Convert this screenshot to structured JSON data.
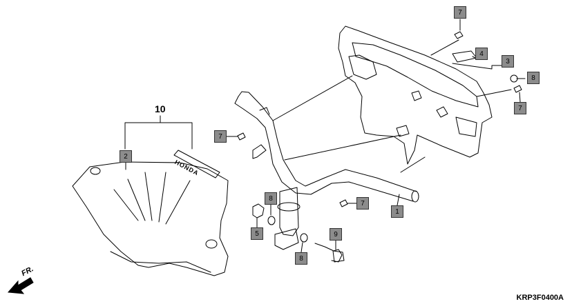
{
  "diagram": {
    "group_number": "10",
    "code": "KRP3F0400A",
    "direction_label": "FR.",
    "emblem_text": "HONDA",
    "callouts": [
      "7",
      "4",
      "3",
      "8",
      "7",
      "7",
      "2",
      "7",
      "1",
      "8",
      "5",
      "9",
      "8"
    ]
  },
  "colors": {
    "callout_fill": "#8c8c8c",
    "line": "#000000",
    "background": "#ffffff"
  },
  "icons": [
    "front-direction-arrow-icon"
  ]
}
